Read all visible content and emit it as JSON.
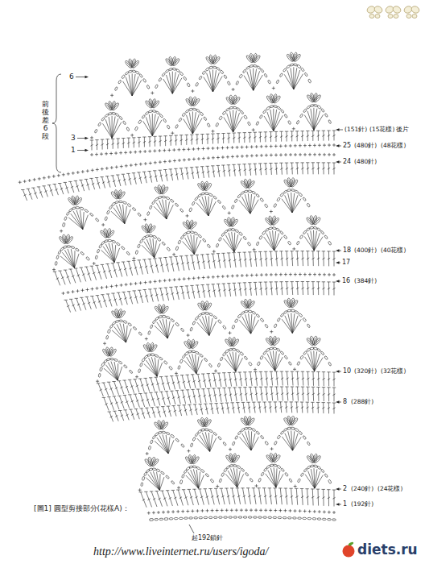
{
  "diagram": {
    "caption": "[圖1] 圓型剪接部分(花樣A)：",
    "labels": [
      "6",
      "3",
      "1",
      "前後差6段",
      "(151針)",
      "(15花樣)",
      "後片",
      "25",
      "(480針)",
      "(48花樣)",
      "24",
      "(480針)",
      "18",
      "(400針)",
      "(40花樣)",
      "17",
      "16",
      "(384針)",
      "10",
      "(320針)",
      "(32花樣)",
      "8",
      "(288針)",
      "2",
      "(240針)",
      "(24花樣)",
      "1",
      "(192針)",
      "起192鎖針",
      "http://www.liveinternet.ru/users/igoda/",
      "diets.ru"
    ]
  }
}
